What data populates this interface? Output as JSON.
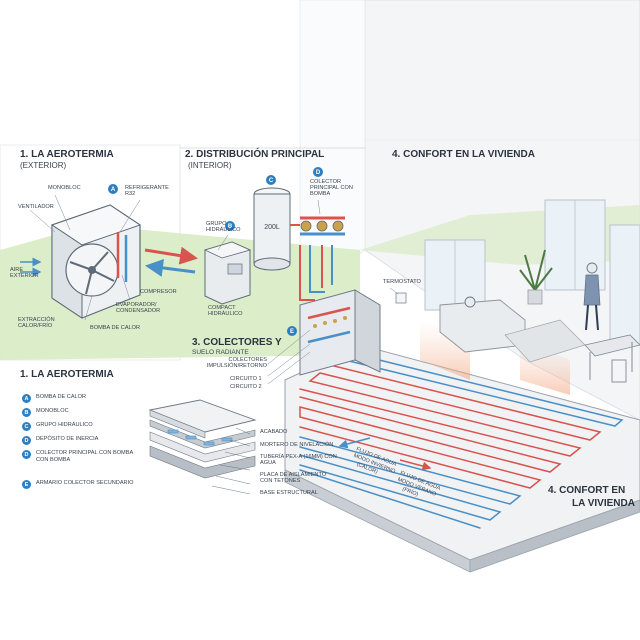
{
  "sections": {
    "s1_title": "1. LA AEROTERMIA",
    "s1_sub": "(EXTERIOR)",
    "s2_title": "2. DISTRIBUCIÓN PRINCIPAL",
    "s2_sub": "(INTERIOR)",
    "s3_title": "3. COLECTORES Y",
    "s3_sub": "SUELO RADIANTE",
    "s4_title": "4. CONFORT EN LA VIVIENDA",
    "s4b_line1": "4. CONFORT EN",
    "s4b_line2": "LA VIVIENDA",
    "legend_title": "1. LA AEROTERMIA"
  },
  "outdoor_unit": {
    "monobloc": "MONOBLOC",
    "refrigerante": "REFRIGERANTE R32",
    "ventilador": "VENTILADOR",
    "aire": "AIRE EXTERIOR",
    "compresor": "COMPRESOR",
    "evaporador": "EVAPORADOR/ CONDENSADOR",
    "extraccion": "EXTRACCIÓN CALOR/FRÍO",
    "bomba": "BOMBA DE CALOR",
    "badge": "A"
  },
  "distribution": {
    "grupo": "GRUPO HIDRÁULICO",
    "compact": "COMPACT HIDRÁULICO",
    "tank_label": "200L",
    "colector": "COLECTOR PRINCIPAL CON BOMBA",
    "badge_b": "B",
    "badge_c": "C",
    "badge_d": "D"
  },
  "collectors": {
    "colectores": "COLECTORES IMPULSIÓN/RETORNO",
    "circuito1": "CIRCUITO 1",
    "circuito2": "CIRCUITO 2",
    "badge_e": "E"
  },
  "room": {
    "termostato": "TERMOSTATO"
  },
  "floor_layers": {
    "acabado": "ACABADO",
    "mortero": "MORTERO DE NIVELACIÓN",
    "tuberia": "TUBERÍA PEX-A (16mm) CON AGUA",
    "placa": "PLACA DE AISLAMIENTO CON TETONES",
    "base": "BASE ESTRUCTURAL"
  },
  "flow": {
    "invierno_l1": "FLUJO DE AGUA",
    "invierno_l2": "MODO INVIERNO",
    "invierno_l3": "(CALOR)",
    "verano_l1": "FLUJO DE AGUA",
    "verano_l2": "MODO VERANO",
    "verano_l3": "(FRÍO)"
  },
  "legend": [
    {
      "badge": "A",
      "text": "BOMBA DE CALOR"
    },
    {
      "badge": "B",
      "text": "MONOBLOC"
    },
    {
      "badge": "C",
      "text": "GRUPO HIDRÁULICO"
    },
    {
      "badge": "D",
      "text": "DEPÓSITO DE INERCIA"
    },
    {
      "badge": "D",
      "text": "COLECTOR PRINCIPAL CON BOMBA CON BOMBA"
    },
    {
      "badge": "E",
      "text": "ARMARIO COLECTOR SECUNDARIO"
    }
  ],
  "colors": {
    "hot": "#d9534f",
    "cold": "#4a90c8",
    "badge": "#2d7fc1",
    "grass": "#cfe7b4",
    "wall": "#eef0f2",
    "floor": "#f3f4f6"
  }
}
